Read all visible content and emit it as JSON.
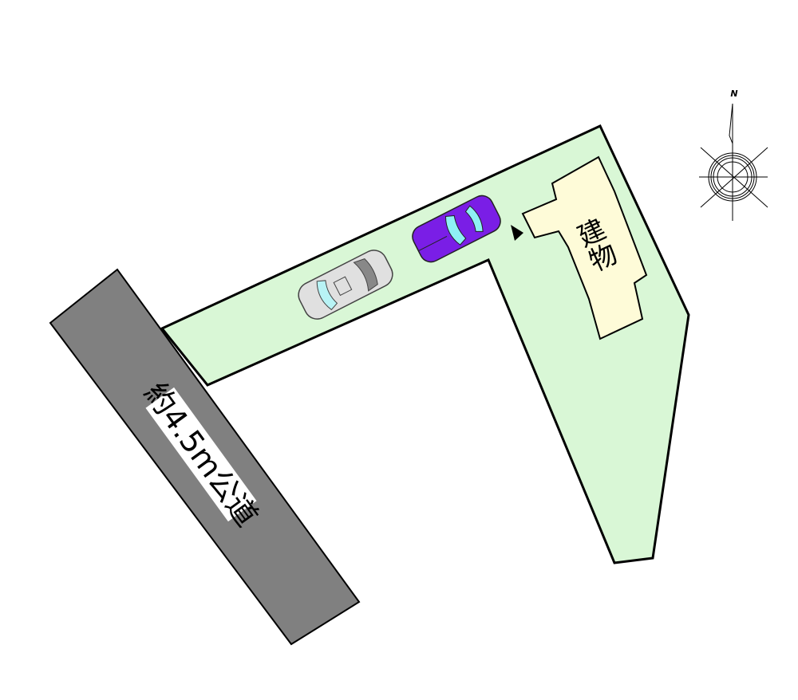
{
  "road": {
    "label": "約4.5m公道"
  },
  "building": {
    "label": "建物"
  },
  "compass": {
    "north_label": "N"
  },
  "colors": {
    "lot": "#d9f7d6",
    "road": "#808080",
    "building": "#fefbd8",
    "car_purple": "#7a1ee6",
    "car_silver": "#d8d8d8",
    "glass": "#8ef0f5"
  }
}
